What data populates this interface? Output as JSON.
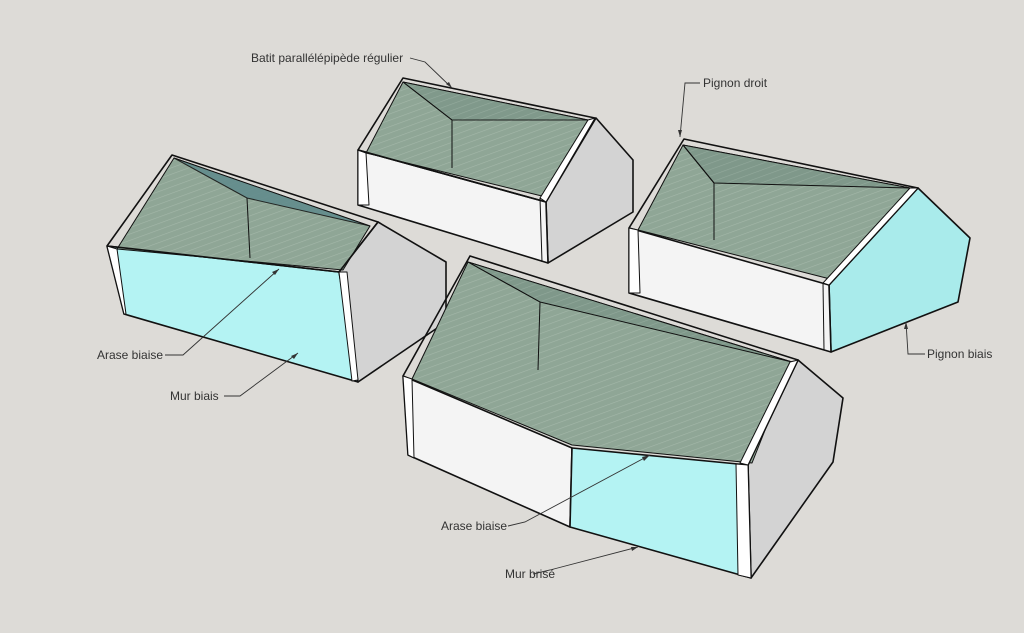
{
  "labels": {
    "batit": "Batit parallélépipède régulier",
    "pignon_droit": "Pignon droit",
    "pignon_biais": "Pignon biais",
    "arase_biaise_1": "Arase biaise",
    "mur_biais": "Mur biais",
    "arase_biaise_2": "Arase biaise",
    "mur_brise": "Mur brisé"
  },
  "colors": {
    "background": "#dddbd7",
    "wall_white": "#f4f4f4",
    "gable_grey": "#d3d3d3",
    "wall_highlight": "#b4f3f3",
    "gable_highlight": "#a9ebeb",
    "roof": "#8fa696",
    "roof_dark": "#5f8a8c",
    "outline": "#111111"
  }
}
